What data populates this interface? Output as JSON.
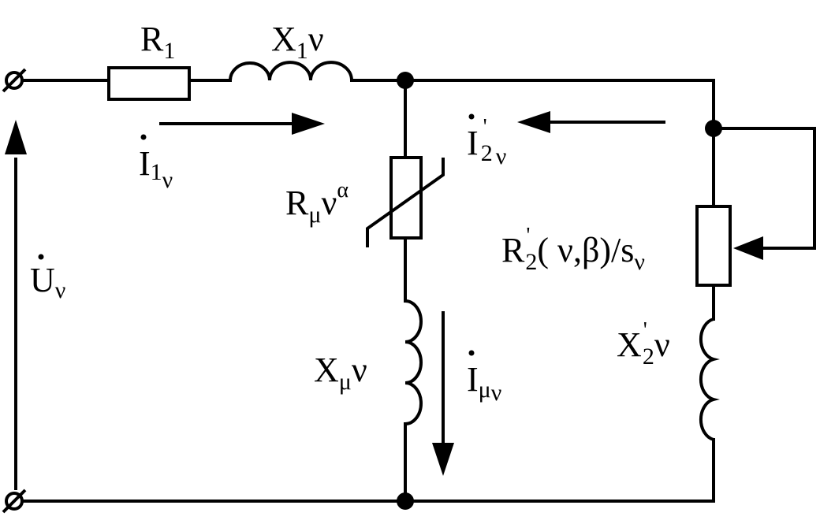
{
  "labels": {
    "r1": {
      "main": "R",
      "sub": "1"
    },
    "x1": {
      "main": "X",
      "sub": "1",
      "tail": "ν"
    },
    "i1": {
      "main": "I",
      "sub": "1",
      "subsub": "ν"
    },
    "u": {
      "main": "U",
      "sub": "ν"
    },
    "rmu": {
      "main": "R",
      "sub": "μ",
      "tail": "ν",
      "sup": "α"
    },
    "xmu": {
      "main": "X",
      "sub": "μ",
      "tail": "ν"
    },
    "imu": {
      "main": "I",
      "sub": "μ",
      "subsub": "ν"
    },
    "i2": {
      "main": "I",
      "sup": "'",
      "sub": "2",
      "subsub": "ν"
    },
    "r2": {
      "main": "R",
      "sup": "'",
      "sub": "2",
      "tail": "( ν,β)/s",
      "tailsub": "ν"
    },
    "x2": {
      "main": "X",
      "sup": "'",
      "sub": "2",
      "tail": "ν"
    }
  }
}
